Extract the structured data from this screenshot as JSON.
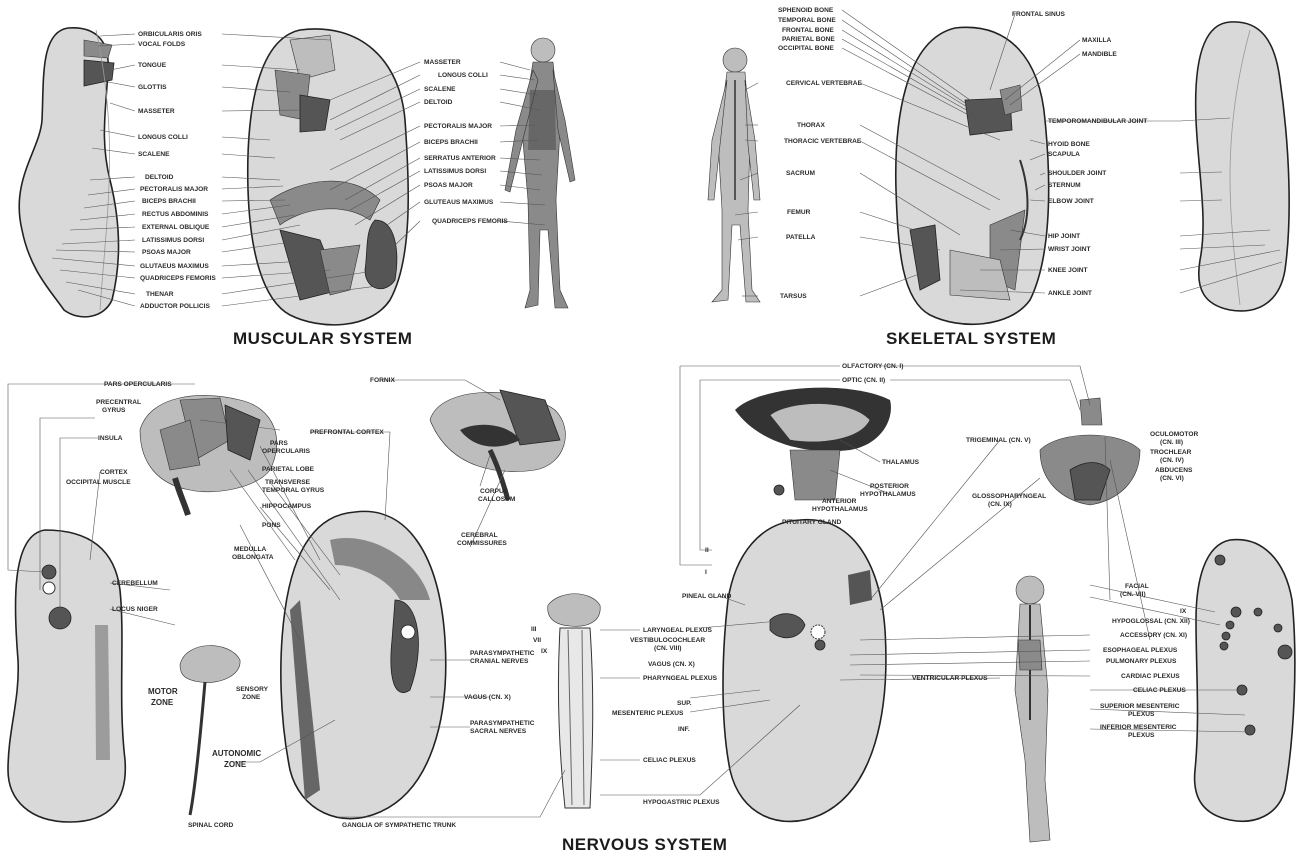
{
  "muscular": {
    "title": "MUSCULAR SYSTEM",
    "left_labels": [
      "ORBICULARIS ORIS",
      "VOCAL FOLDS",
      "TONGUE",
      "GLOTTIS",
      "MASSETER",
      "LONGUS COLLI",
      "SCALENE",
      "DELTOID",
      "PECTORALIS MAJOR",
      "BICEPS BRACHII",
      "RECTUS ABDOMINIS",
      "EXTERNAL OBLIQUE",
      "LATISSIMUS DORSI",
      "PSOAS MAJOR",
      "GLUTAEUS MAXIMUS",
      "QUADRICEPS FEMORIS",
      "THENAR",
      "ADDUCTOR POLLICIS"
    ],
    "right_labels": [
      "MASSETER",
      "LONGUS COLLI",
      "SCALENE",
      "DELTOID",
      "PECTORALIS MAJOR",
      "BICEPS BRACHII",
      "SERRATUS ANTERIOR",
      "LATISSIMUS DORSI",
      "PSOAS MAJOR",
      "GLUTEAUS MAXIMUS",
      "QUADRICEPS FEMORIS"
    ]
  },
  "skeletal": {
    "title": "SKELETAL SYSTEM",
    "top_left_labels": [
      "SPHENOID BONE",
      "TEMPORAL BONE",
      "FRONTAL BONE",
      "PARIETAL BONE",
      "OCCIPITAL BONE"
    ],
    "top_right_labels": [
      "FRONTAL SINUS",
      "MAXILLA",
      "MANDIBLE"
    ],
    "figure_labels": [
      "CERVICAL VERTEBRAE",
      "THORAX",
      "THORACIC VERTEBRAE",
      "SACRUM",
      "FEMUR",
      "PATELLA",
      "TARSUS"
    ],
    "right_labels": [
      "TEMPOROMANDIBULAR JOINT",
      "HYOID BONE",
      "SCAPULA",
      "SHOULDER JOINT",
      "STERNUM",
      "ELBOW JOINT",
      "HIP JOINT",
      "WRIST JOINT",
      "KNEE JOINT",
      "ANKLE JOINT"
    ]
  },
  "nervous": {
    "title": "NERVOUS SYSTEM",
    "brain_labels": [
      "PARS OPERCULARIS",
      "PRECENTRAL GYRUS",
      "INSULA",
      "CORTEX",
      "OCCIPITAL MUSCLE",
      "PREFRONTAL CORTEX",
      "PARS OPERCULARIS",
      "PARIETAL LOBE",
      "TRANSVERSE TEMPORAL GYRUS",
      "HIPPOCAMPUS",
      "PONS",
      "MEDULLA OBLONGATA",
      "CEREBELLUM",
      "LOCUS NIGER"
    ],
    "mid_labels": [
      "FORNIX",
      "CORPUS CALLOSUM",
      "CEREBRAL COMMISSURES",
      "PARASYMPATHETIC CRANIAL NERVES",
      "VAGUS (CN. X)",
      "PARASYMPATHETIC SACRAL NERVES",
      "GANGLIA OF SYMPATHETIC TRUNK",
      "SPINAL CORD"
    ],
    "zone_labels": [
      "MOTOR ZONE",
      "SENSORY ZONE",
      "AUTONOMIC ZONE"
    ],
    "spine_labels": [
      "III",
      "VII",
      "IX",
      "LARYNGEAL PLEXUS",
      "VESTIBULOCOCHLEAR (CN. VIII)",
      "VAGUS (CN. X)",
      "PHARYNGEAL PLEXUS",
      "SUP.",
      "MESENTERIC PLEXUS",
      "INF.",
      "CELIAC PLEXUS",
      "HYPOGASTRIC PLEXUS",
      "PINEAL GLAND"
    ],
    "cranial_labels": [
      "OLFACTORY (CN. I)",
      "OPTIC (CN. II)",
      "THALAMUS",
      "POSTERIOR HYPOTHALAMUS",
      "ANTERIOR HYPOTHALAMUS",
      "PITUITARY GLAND",
      "TRIGEMINAL (CN. V)",
      "GLOSSOPHARYNGEAL (CN. IX)",
      "OCULOMOTOR (CN. III)",
      "TROCHLEAR (CN. IV)",
      "ABDUCENS (CN. VI)",
      "II",
      "I"
    ],
    "right_labels": [
      "FACIAL (CN. VII)",
      "IX",
      "HYPOGLOSSAL (CN. XII)",
      "ACCESSORY (CN. XI)",
      "ESOPHAGEAL PLEXUS",
      "PULMONARY PLEXUS",
      "CARDIAC PLEXUS",
      "VENTRICULAR PLEXUS",
      "CELIAC PLEXUS",
      "SUPERIOR MESENTERIC PLEXUS",
      "INFERIOR MESENTERIC PLEXUS"
    ]
  }
}
